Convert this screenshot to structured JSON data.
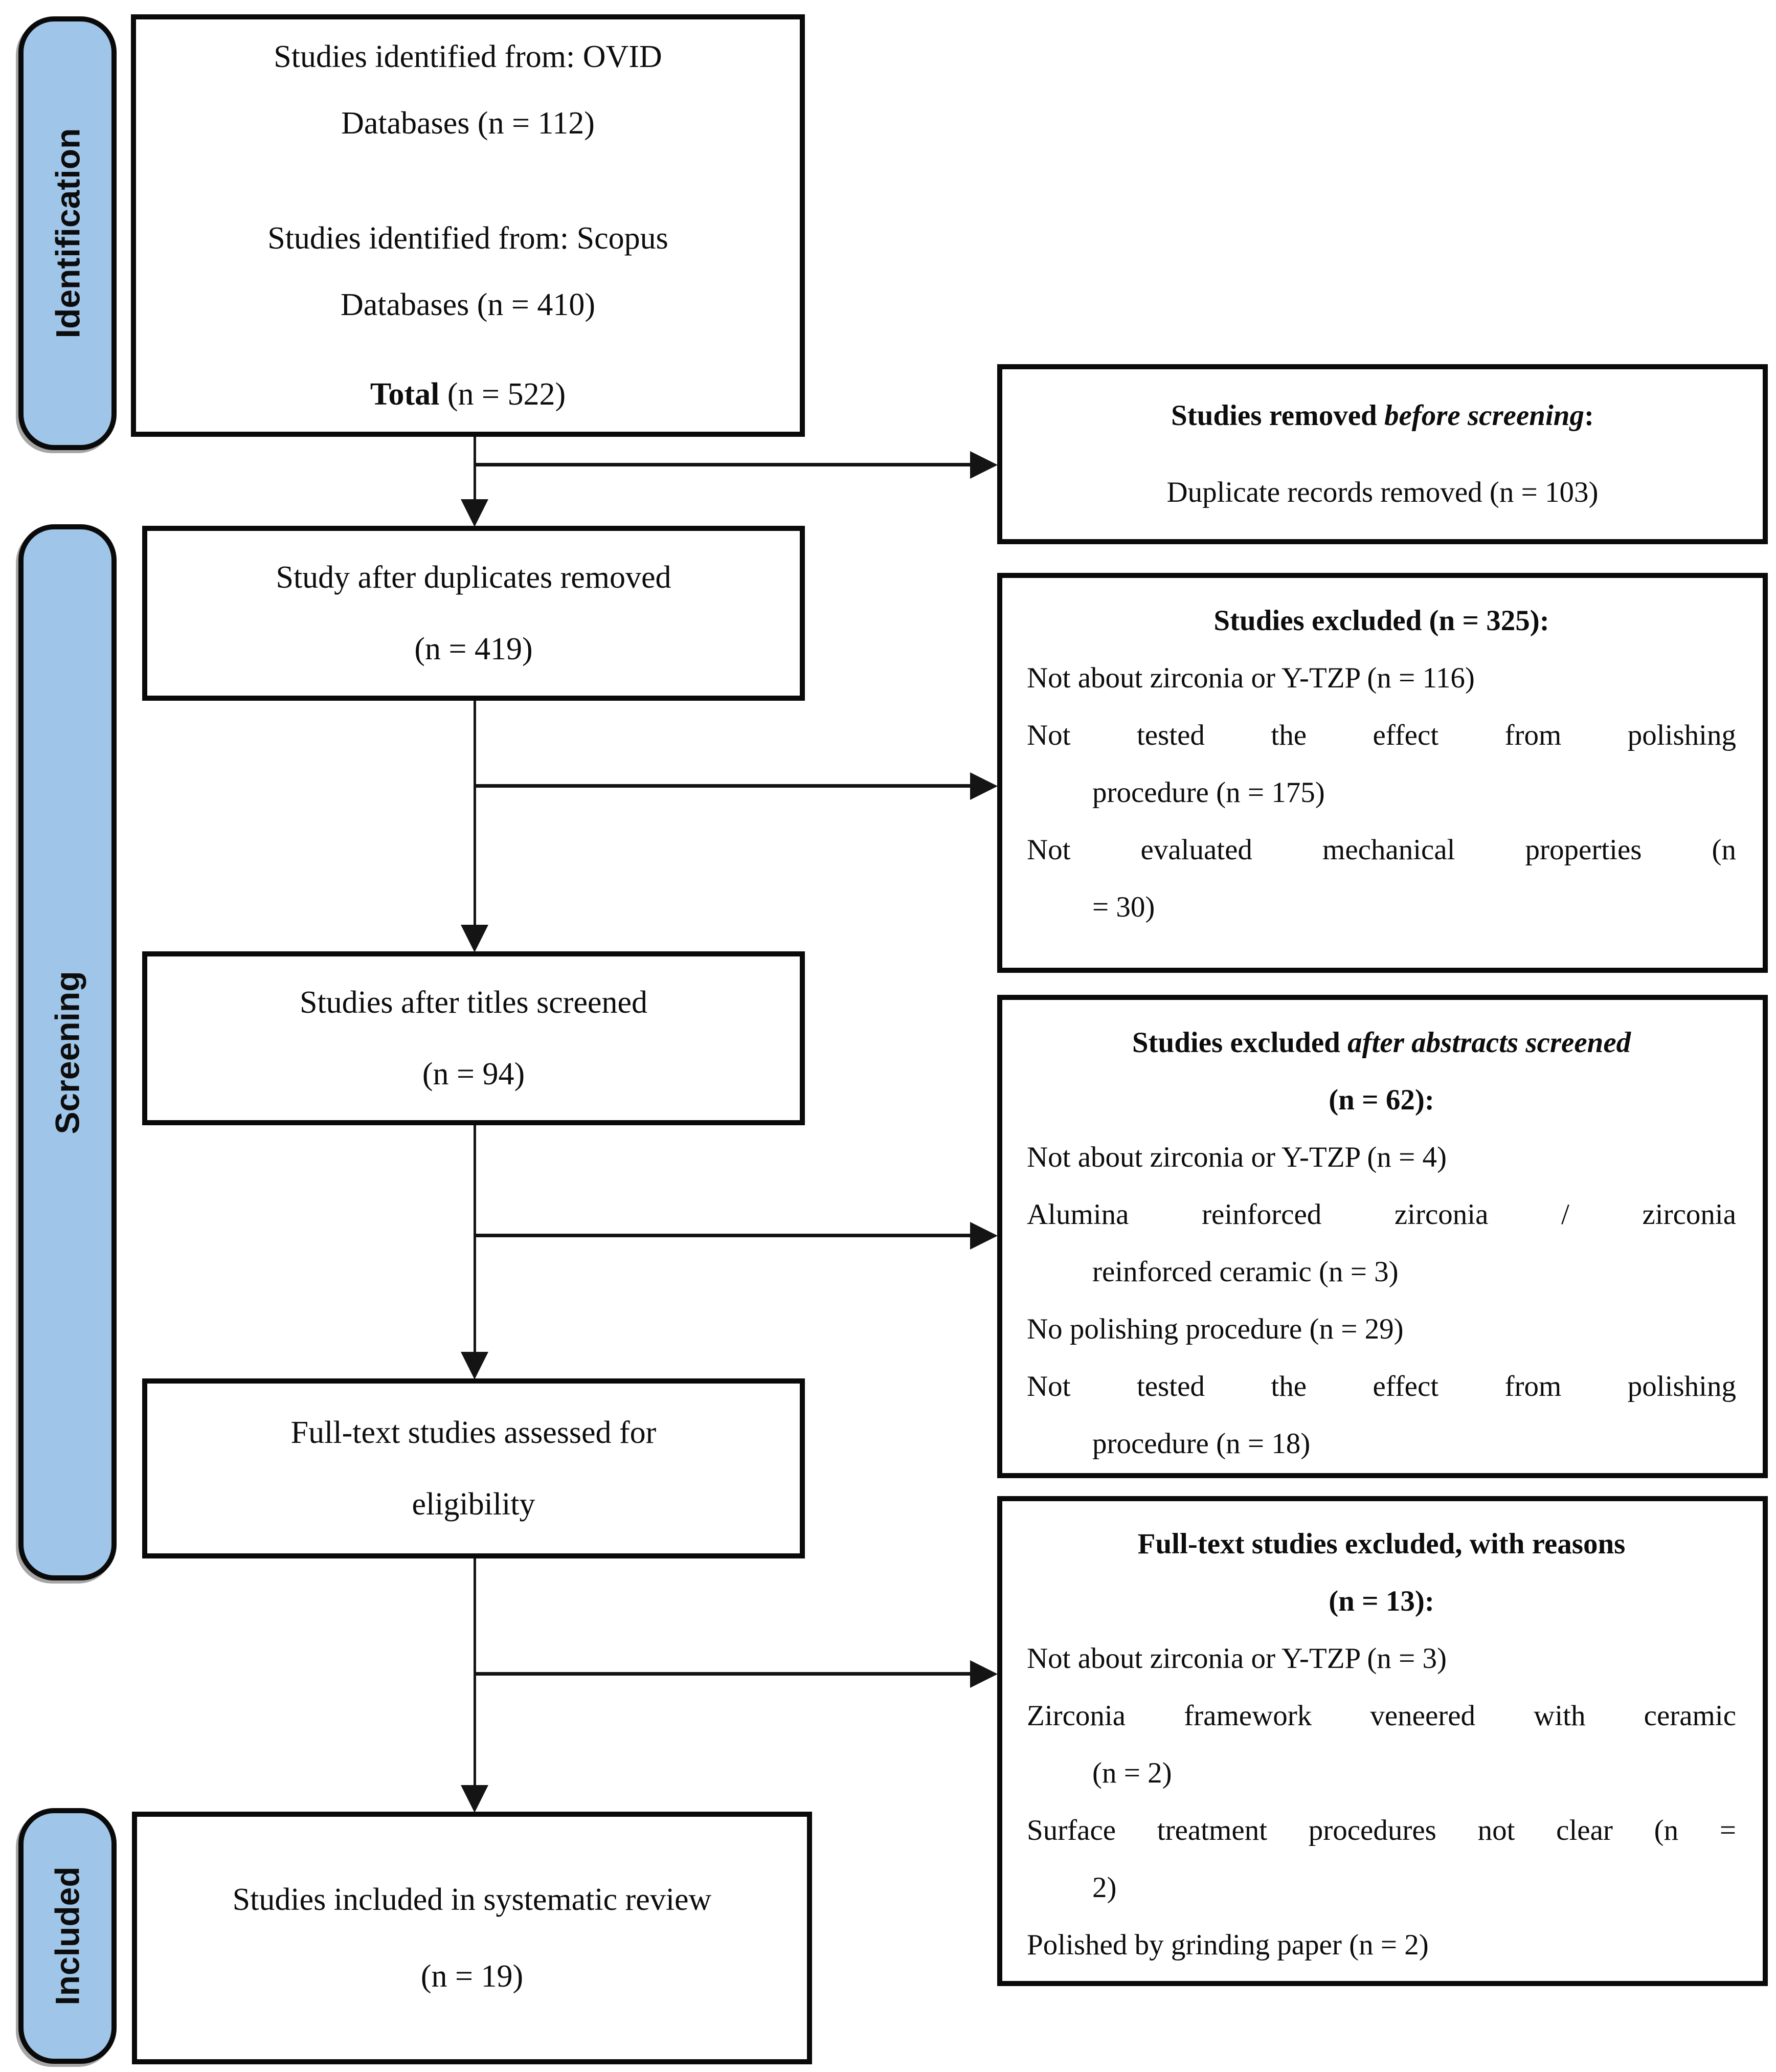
{
  "colors": {
    "pill_fill": "#9fc5e8",
    "line": "#141414",
    "border": "#0a0a0a",
    "box_bg": "#ffffff"
  },
  "stages": {
    "identification": "Identification",
    "screening": "Screening",
    "included": "Included"
  },
  "flow": {
    "identified": {
      "line1": "Studies identified from: OVID",
      "line2": "Databases (n = 112)",
      "line3": "Studies identified from: Scopus",
      "line4": "Databases (n = 410)",
      "total_label": "Total",
      "total_rest": " (n = 522)"
    },
    "after_duplicates": {
      "line1": "Study after duplicates removed",
      "line2": "(n = 419)"
    },
    "titles_screened": {
      "line1": "Studies after titles screened",
      "line2": "(n = 94)"
    },
    "fulltext_assessed": {
      "line1": "Full-text studies assessed for",
      "line2": "eligibility"
    },
    "included_review": {
      "line1": "Studies included in systematic review",
      "line2": "(n = 19)"
    }
  },
  "excl": {
    "before": {
      "t1": "Studies removed ",
      "t2": "before screening",
      "t3": ":",
      "item1": "Duplicate records removed (n = 103)"
    },
    "titles": {
      "title": "Studies excluded (n = 325):",
      "i1": "Not about zirconia or Y-TZP (n = 116)",
      "i2a": "Not tested the effect from polishing",
      "i2b": "procedure (n = 175)",
      "i3a": "Not evaluated mechanical properties (n",
      "i3b": "= 30)"
    },
    "abstracts": {
      "t1": "Studies excluded ",
      "t2": "after abstracts screened",
      "t3": "(n = 62):",
      "i1": "Not about zirconia or Y-TZP (n = 4)",
      "i2a": "Alumina reinforced zirconia / zirconia",
      "i2b": "reinforced ceramic (n = 3)",
      "i3": "No polishing procedure (n = 29)",
      "i4a": "Not tested the effect from polishing",
      "i4b": "procedure (n = 18)"
    },
    "fulltext": {
      "t1": "Full-text studies excluded, with reasons",
      "t2": "(n = 13):",
      "i1": "Not about zirconia or Y-TZP (n = 3)",
      "i2a": "Zirconia framework veneered with ceramic",
      "i2b": "(n = 2)",
      "i3a": "Surface treatment procedures not clear (n =",
      "i3b": "2)",
      "i4": "Polished by grinding paper (n = 2)"
    }
  }
}
